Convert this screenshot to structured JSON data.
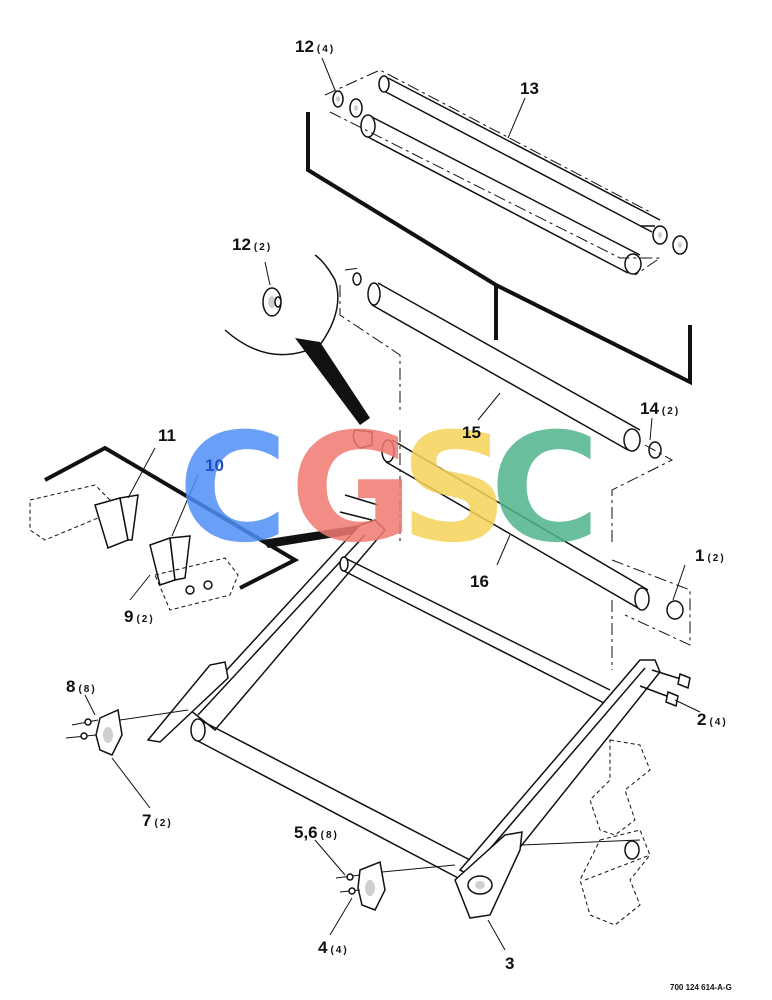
{
  "watermark": {
    "letters": [
      {
        "char": "C",
        "color": "#4f8ff5"
      },
      {
        "char": "G",
        "color": "#f07a72"
      },
      {
        "char": "S",
        "color": "#f6d35a"
      },
      {
        "char": "C",
        "color": "#4fb58a"
      }
    ]
  },
  "callouts": [
    {
      "id": "12a",
      "number": "12",
      "qty": "(4)"
    },
    {
      "id": "13",
      "number": "13",
      "qty": ""
    },
    {
      "id": "12b",
      "number": "12",
      "qty": "(2)"
    },
    {
      "id": "14",
      "number": "14",
      "qty": "(2)"
    },
    {
      "id": "15",
      "number": "15",
      "qty": ""
    },
    {
      "id": "11",
      "number": "11",
      "qty": ""
    },
    {
      "id": "10",
      "number": "10",
      "qty": ""
    },
    {
      "id": "16",
      "number": "16",
      "qty": ""
    },
    {
      "id": "1",
      "number": "1",
      "qty": "(2)"
    },
    {
      "id": "9",
      "number": "9",
      "qty": "(2)"
    },
    {
      "id": "8",
      "number": "8",
      "qty": "(8)"
    },
    {
      "id": "2",
      "number": "2",
      "qty": "(4)"
    },
    {
      "id": "7",
      "number": "7",
      "qty": "(2)"
    },
    {
      "id": "56",
      "number": "5,6",
      "qty": "(8)"
    },
    {
      "id": "4",
      "number": "4",
      "qty": "(4)"
    },
    {
      "id": "3",
      "number": "3",
      "qty": ""
    }
  ],
  "part_number": "700 124 614-A-G",
  "colors": {
    "line": "#111111",
    "background": "#ffffff"
  }
}
